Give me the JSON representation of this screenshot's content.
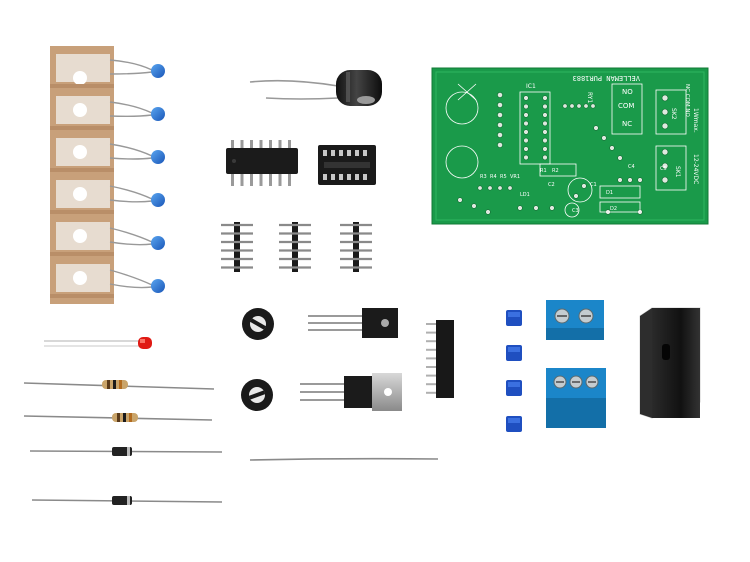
{
  "pcb": {
    "brand": "VELLEMAN PUR1883",
    "contacts": [
      "NO",
      "COM",
      "NC"
    ],
    "supply": "12-24VDC",
    "power_max": "1Wmax.",
    "ic_label": "IC1",
    "regulator_label": "VR1",
    "relay_label": "RY1",
    "connector_k1": "SK1",
    "connector_k2": "SK2",
    "components": [
      "R1",
      "R2",
      "D1",
      "D2",
      "C1",
      "C2",
      "C3",
      "C4",
      "C5",
      "R3",
      "R4",
      "R5",
      "LD1"
    ],
    "side_contacts": [
      "NC",
      "COM",
      "NO"
    ]
  },
  "colors": {
    "pcb": "#1a9a4a",
    "capacitor": "#1e6ed8",
    "terminal": "#1b86c9",
    "jumper": "#1f4fc0",
    "resistor_body": "#c9a46a",
    "led": "#e01a14",
    "tape": "#c8a07a"
  },
  "icons": [
    "ceramic-capacitor",
    "electrolytic-capacitor",
    "ic-chip",
    "ic-socket",
    "pin-header",
    "trimmer-potentiometer",
    "voltage-regulator",
    "terminal-block",
    "jumper",
    "relay",
    "resistor",
    "diode",
    "led",
    "wire"
  ]
}
